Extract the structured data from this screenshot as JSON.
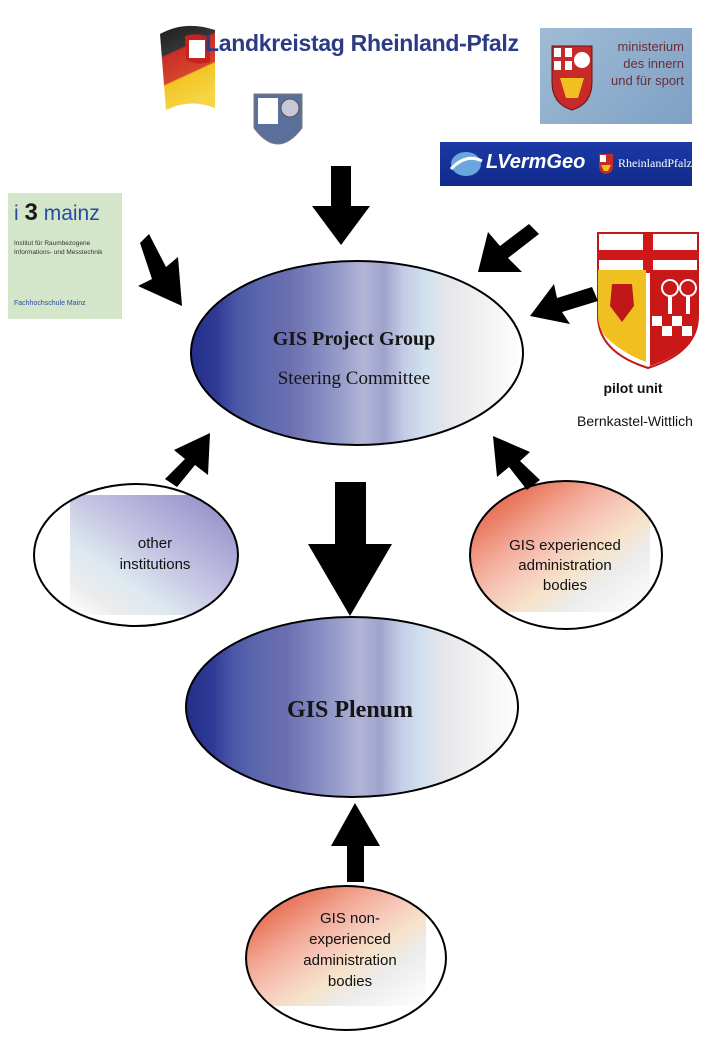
{
  "logos": {
    "landkreistag": "Landkreistag Rheinland-Pfalz",
    "ministerium": [
      "ministerium",
      "des innern",
      "und für sport"
    ],
    "lvermgeo": "LVermGeo",
    "rheinland_pfalz": "RheinlandPfalz",
    "i3mainz": {
      "prefix": "i",
      "number": "3",
      "suffix": "mainz",
      "subtitle": "Institut für Raumbezogene Informations- und Messtechnik",
      "footer": "Fachhochschule Mainz"
    }
  },
  "nodes": {
    "project_group": {
      "title": "GIS Project Group",
      "subtitle": "Steering Committee"
    },
    "plenum": {
      "title": "GIS Plenum"
    },
    "other_institutions": {
      "line1": "other",
      "line2": "institutions"
    },
    "experienced": {
      "line1": "GIS experienced",
      "line2": "administration",
      "line3": "bodies"
    },
    "non_experienced": {
      "line1": "GIS non-",
      "line2": "experienced",
      "line3": "administration",
      "line4": "bodies"
    }
  },
  "pilot_unit": {
    "title": "pilot unit",
    "name": "Bernkastel-Wittlich"
  },
  "colors": {
    "blue_ellipse": "#2a3590",
    "red_ellipse": "#e05a40",
    "arrow": "#000000"
  }
}
